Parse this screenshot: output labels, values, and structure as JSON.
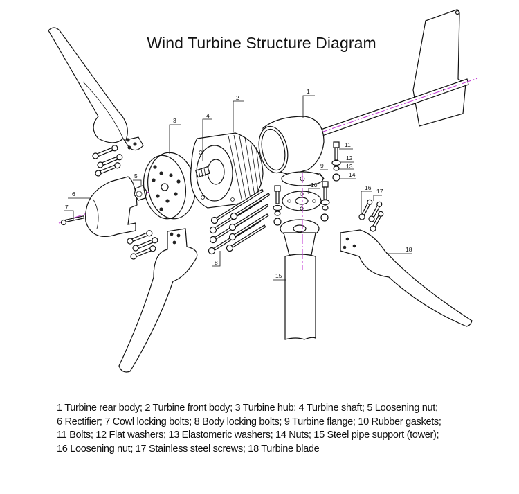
{
  "title": "Wind Turbine Structure Diagram",
  "accent_colors": {
    "axis_line": "#c23bd4",
    "line_art": "#111111",
    "background": "#ffffff"
  },
  "callouts": [
    {
      "number": "1",
      "part": "Turbine rear body"
    },
    {
      "number": "2",
      "part": "Turbine front body"
    },
    {
      "number": "3",
      "part": "Turbine hub"
    },
    {
      "number": "4",
      "part": "Turbine shaft"
    },
    {
      "number": "5",
      "part": "Loosening nut"
    },
    {
      "number": "6",
      "part": "Rectifier"
    },
    {
      "number": "7",
      "part": "Cowl locking bolts"
    },
    {
      "number": "8",
      "part": "Body locking bolts"
    },
    {
      "number": "9",
      "part": "Turbine flange"
    },
    {
      "number": "10",
      "part": "Rubber gaskets"
    },
    {
      "number": "11",
      "part": "Bolts"
    },
    {
      "number": "12",
      "part": "Flat washers"
    },
    {
      "number": "13",
      "part": "Elastomeric washers"
    },
    {
      "number": "14",
      "part": "Nuts"
    },
    {
      "number": "15",
      "part": "Steel pipe support (tower)"
    },
    {
      "number": "16",
      "part": "Loosening nut"
    },
    {
      "number": "17",
      "part": "Stainless steel screws"
    },
    {
      "number": "18",
      "part": "Turbine blade"
    }
  ],
  "legend_lines": [
    "1 Turbine rear body; 2 Turbine front body; 3 Turbine hub; 4 Turbine shaft; 5 Loosening nut;",
    "6 Rectifier; 7 Cowl locking bolts; 8 Body locking bolts; 9 Turbine flange; 10 Rubber gaskets;",
    "11 Bolts; 12 Flat washers; 13 Elastomeric washers; 14 Nuts; 15 Steel pipe support (tower);",
    "16 Loosening nut; 17 Stainless steel screws; 18 Turbine blade"
  ]
}
